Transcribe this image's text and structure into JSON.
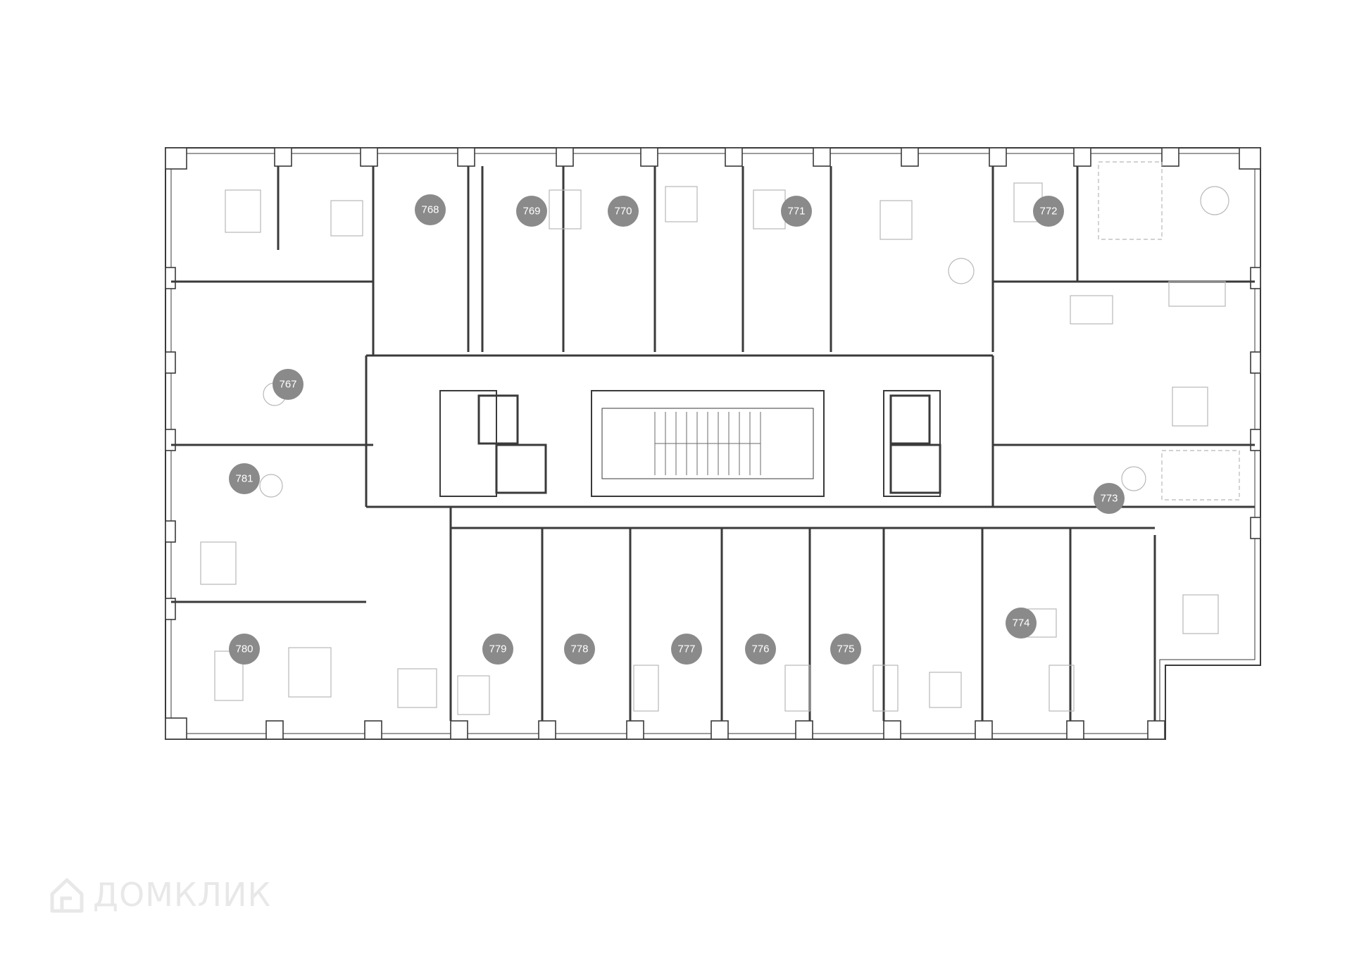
{
  "floor_plan": {
    "apartments": [
      {
        "number": "767"
      },
      {
        "number": "768"
      },
      {
        "number": "769"
      },
      {
        "number": "770"
      },
      {
        "number": "771"
      },
      {
        "number": "772"
      },
      {
        "number": "773"
      },
      {
        "number": "774"
      },
      {
        "number": "775"
      },
      {
        "number": "776"
      },
      {
        "number": "777"
      },
      {
        "number": "778"
      },
      {
        "number": "779"
      },
      {
        "number": "780"
      },
      {
        "number": "781"
      }
    ],
    "marker_color": "#8a8a8a",
    "wall_color": "#3a3a3a",
    "furniture_color": "#b8b8b8"
  },
  "watermark": {
    "text": "ДОМКЛИК",
    "icon": "house-logo-icon"
  }
}
